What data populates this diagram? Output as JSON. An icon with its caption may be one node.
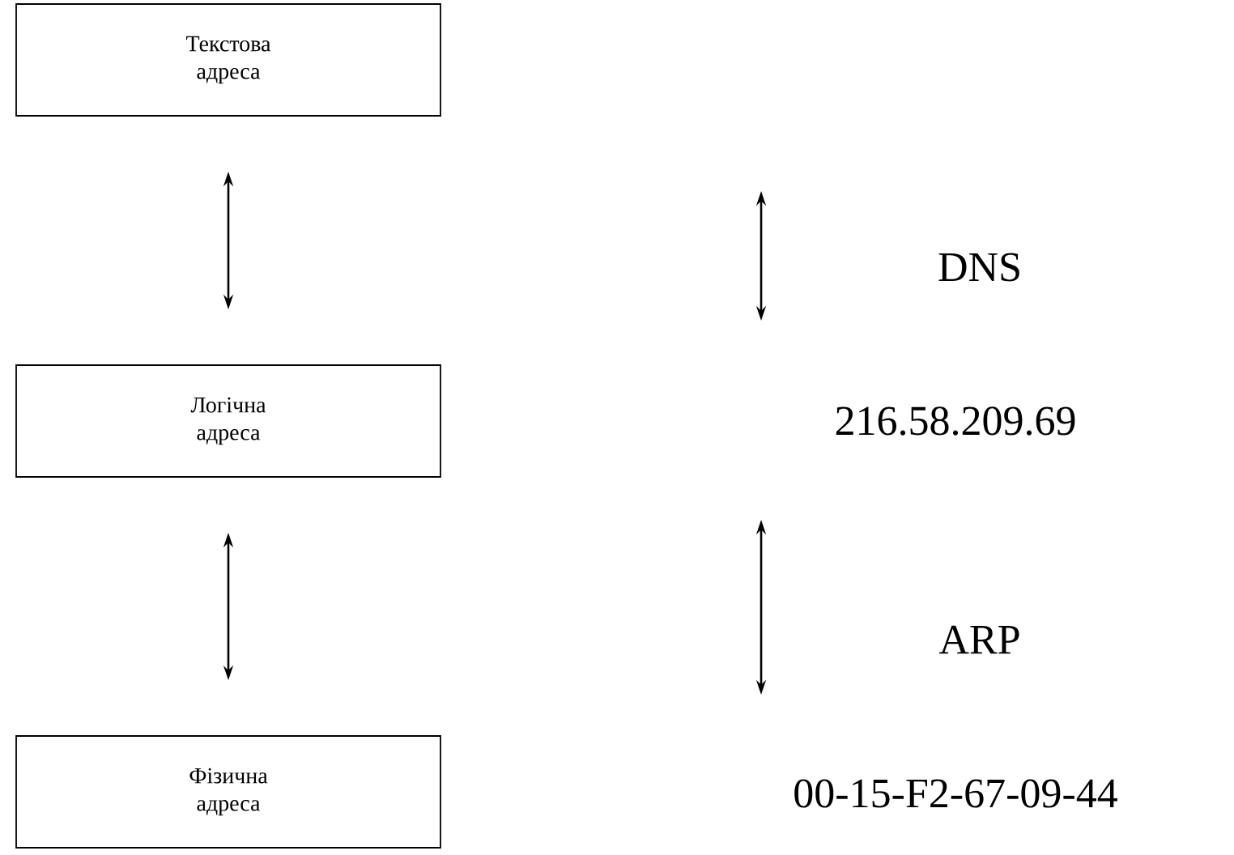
{
  "diagram": {
    "nodes": [
      {
        "text": [
          "Текстова адреса"
        ]
      },
      {
        "text": [
          "Логічна адреса"
        ]
      },
      {
        "text": [
          "Фізична адреса"
        ]
      },
      {
        "text": [
          "216.58.209.69"
        ]
      },
      {
        "text": [
          "00-15-F2-67-09-44"
        ]
      }
    ],
    "edges": [
      {
        "from": 0,
        "to": 1,
        "arrow": "both"
      },
      {
        "from": 1,
        "to": 2,
        "arrow": "both"
      },
      {
        "from": 3,
        "to": 4,
        "arrow": "both",
        "label": "ARP"
      }
    ],
    "labels": [
      "DNS"
    ]
  }
}
